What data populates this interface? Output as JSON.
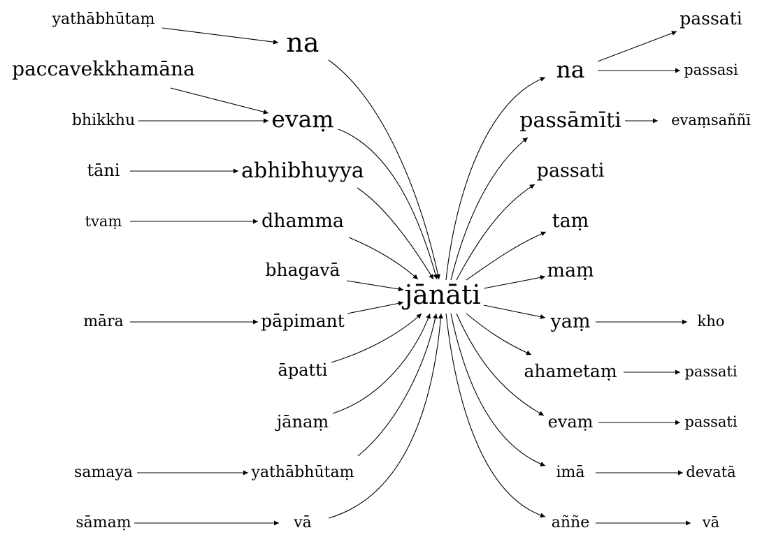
{
  "center": {
    "label": "jānāti"
  },
  "left_words": [
    {
      "label": "yathābhūtaṃ"
    },
    {
      "label": "paccavekkhamāna"
    },
    {
      "label": "bhikkhu"
    },
    {
      "label": "tāni"
    },
    {
      "label": "tvaṃ"
    },
    {
      "label": "māra"
    },
    {
      "label": "samaya"
    },
    {
      "label": "sāmaṃ"
    }
  ],
  "left_inner": [
    {
      "label": "na"
    },
    {
      "label": "evaṃ"
    },
    {
      "label": "abhibhuyya"
    },
    {
      "label": "dhamma"
    },
    {
      "label": "bhagavā"
    },
    {
      "label": "pāpimant"
    },
    {
      "label": "āpatti"
    },
    {
      "label": "jānaṃ"
    },
    {
      "label": "yathābhūtaṃ"
    },
    {
      "label": "vā"
    }
  ],
  "right_inner": [
    {
      "label": "na"
    },
    {
      "label": "passāmīti"
    },
    {
      "label": "passati"
    },
    {
      "label": "taṃ"
    },
    {
      "label": "maṃ"
    },
    {
      "label": "yaṃ"
    },
    {
      "label": "ahametaṃ"
    },
    {
      "label": "evaṃ"
    },
    {
      "label": "imā"
    },
    {
      "label": "aññe"
    }
  ],
  "right_words": [
    {
      "label": "passati"
    },
    {
      "label": "passasi"
    },
    {
      "label": "evaṃsaññī"
    },
    {
      "label": "kho"
    },
    {
      "label": "passati"
    },
    {
      "label": "passati"
    },
    {
      "label": "devatā"
    },
    {
      "label": "vā"
    }
  ]
}
